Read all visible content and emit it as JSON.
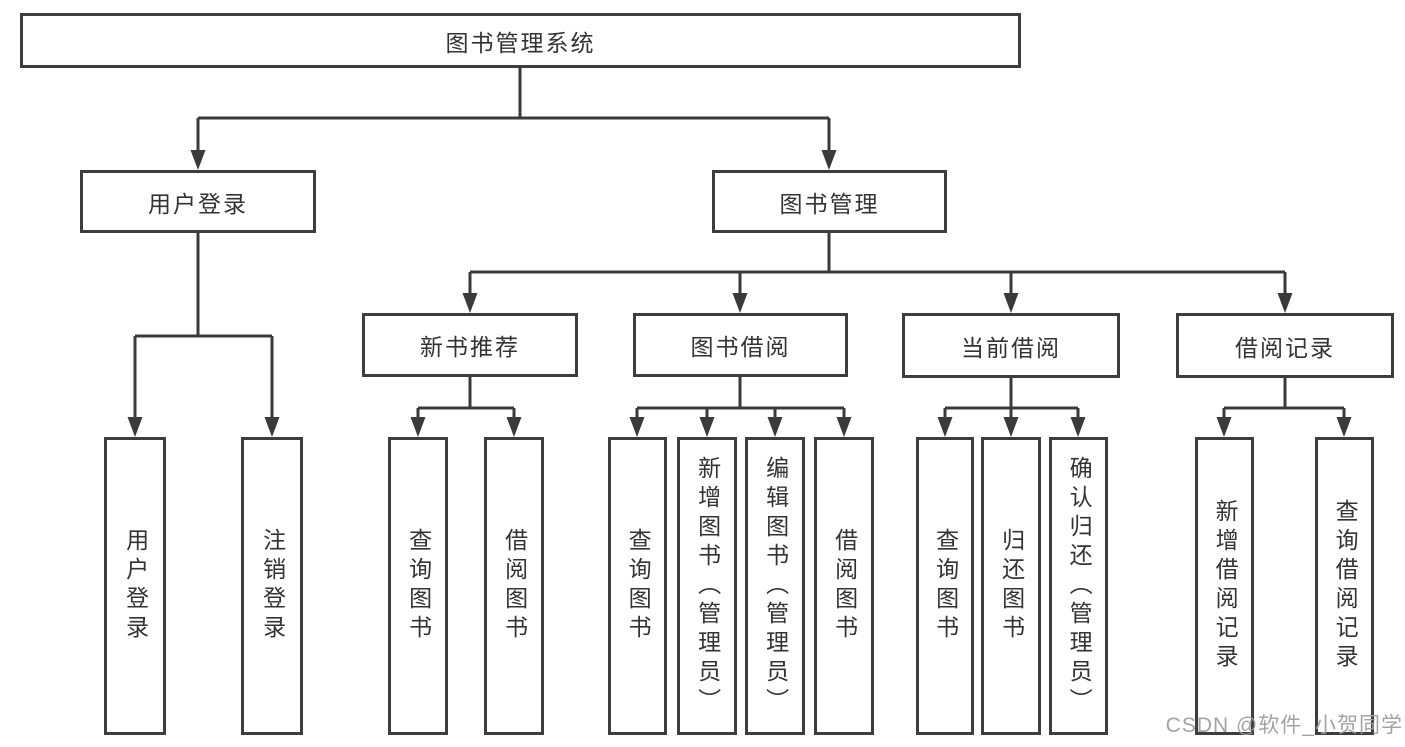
{
  "diagram_type": "hierarchy-tree",
  "tree": {
    "root": {
      "label": "图书管理系统"
    },
    "branches": [
      {
        "label": "用户登录",
        "children": [
          {
            "label": "用户登录"
          },
          {
            "label": "注销登录"
          }
        ]
      },
      {
        "label": "图书管理",
        "children": [
          {
            "label": "新书推荐",
            "children": [
              {
                "label": "查询图书"
              },
              {
                "label": "借阅图书"
              }
            ]
          },
          {
            "label": "图书借阅",
            "children": [
              {
                "label": "查询图书"
              },
              {
                "label": "新增图书（管理员）"
              },
              {
                "label": "编辑图书（管理员）"
              },
              {
                "label": "借阅图书"
              }
            ]
          },
          {
            "label": "当前借阅",
            "children": [
              {
                "label": "查询图书"
              },
              {
                "label": "归还图书"
              },
              {
                "label": "确认归还（管理员）"
              }
            ]
          },
          {
            "label": "借阅记录",
            "children": [
              {
                "label": "新增借阅记录"
              },
              {
                "label": "查询借阅记录"
              }
            ]
          }
        ]
      }
    ]
  },
  "watermark": {
    "text": "CSDN @软件_小贺同学"
  },
  "colors": {
    "line": "#3a3a3a",
    "box_border": "#3d3d3d",
    "text": "#333333",
    "watermark": "#9e9e9e",
    "background": "#ffffff"
  }
}
